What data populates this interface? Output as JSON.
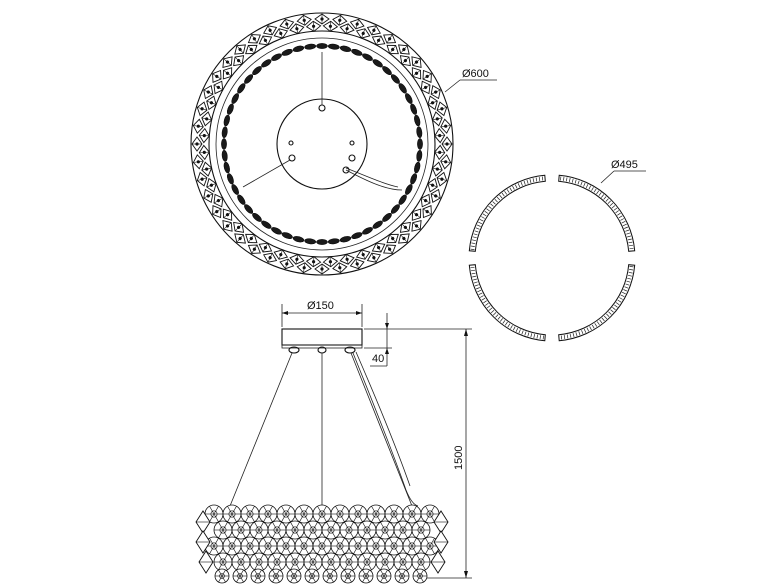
{
  "drawing": {
    "top_view": {
      "outer_diameter_label": "Ø600"
    },
    "ring_view": {
      "diameter_label": "Ø495"
    },
    "side_view": {
      "canopy_diameter_label": "Ø150",
      "canopy_height_label": "40",
      "overall_height_label": "1500"
    }
  },
  "colors": {
    "line": "#111111",
    "background": "#ffffff"
  }
}
